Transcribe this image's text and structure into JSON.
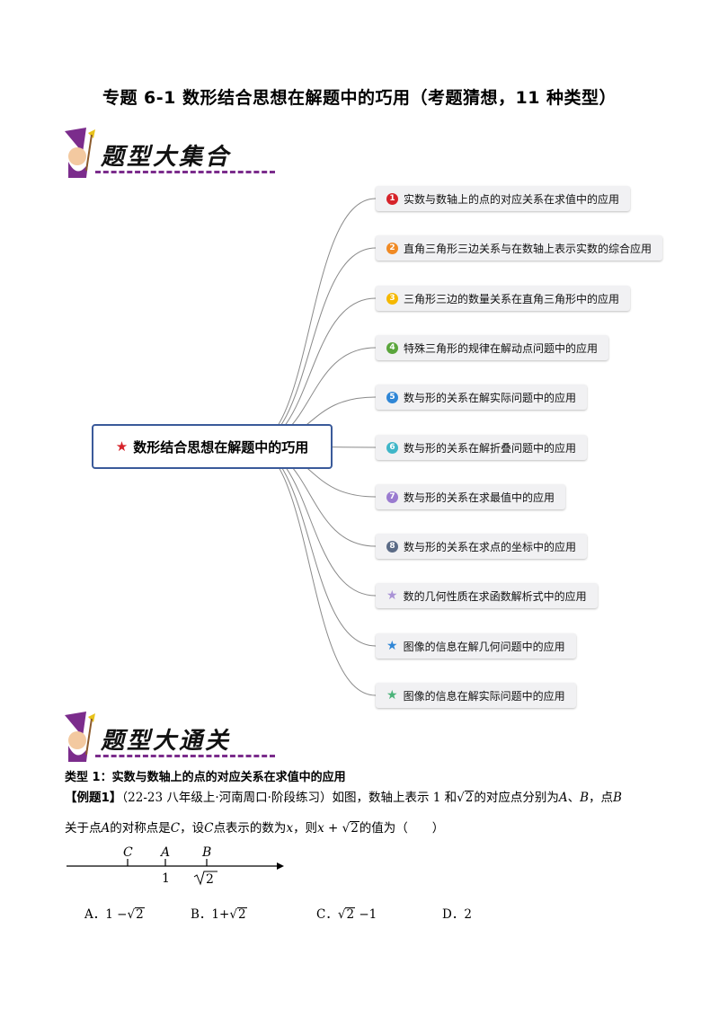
{
  "title": "专题 6-1 数形结合思想在解题中的巧用（考题猜想，11 种类型）",
  "banner1": {
    "text": "题型大集合",
    "icon": "wizard-icon"
  },
  "banner2": {
    "text": "题型大通关",
    "icon": "wizard-icon"
  },
  "mindmap": {
    "central": "数形结合思想在解题中的巧用",
    "central_icon": "red-star-icon",
    "nodes": [
      {
        "badge": "1",
        "color": "#d6232a",
        "label": "实数与数轴上的点的对应关系在求值中的应用"
      },
      {
        "badge": "2",
        "color": "#f08a24",
        "label": "直角三角形三边关系与在数轴上表示实数的综合应用"
      },
      {
        "badge": "3",
        "color": "#f5b800",
        "label": "三角形三边的数量关系在直角三角形中的应用"
      },
      {
        "badge": "4",
        "color": "#5aa53c",
        "label": "特殊三角形的规律在解动点问题中的应用"
      },
      {
        "badge": "5",
        "color": "#2f86d6",
        "label": "数与形的关系在解实际问题中的应用"
      },
      {
        "badge": "6",
        "color": "#3fb6c8",
        "label": "数与形的关系在解折叠问题中的应用"
      },
      {
        "badge": "7",
        "color": "#9a7bd0",
        "label": "数与形的关系在求最值中的应用"
      },
      {
        "badge": "8",
        "color": "#5b6b86",
        "label": "数与形的关系在求点的坐标中的应用"
      },
      {
        "badge": "★",
        "color": "#a992d6",
        "label": "数的几何性质在求函数解析式中的应用",
        "star": true
      },
      {
        "badge": "★",
        "color": "#2f86d6",
        "label": "图像的信息在解几何问题中的应用",
        "star": true
      },
      {
        "badge": "★",
        "color": "#4bb37a",
        "label": "图像的信息在解实际问题中的应用",
        "star": true
      }
    ]
  },
  "type1": {
    "heading": "类型 1：实数与数轴上的点的对应关系在求值中的应用",
    "example_tag": "【例题1】",
    "source": "（22-23 八年级上·河南周口·阶段练习）",
    "line1_a": "如图，数轴上表示 1 和",
    "line1_sqrt": "2",
    "line1_b": "的对应点分别为",
    "A": "A",
    "sep": "、",
    "B": "B",
    "line1_c": "，点",
    "line2_a": "关于点",
    "line2_b": "的对称点是",
    "C": "C",
    "line2_c": "，设",
    "line2_d": "点表示的数为",
    "x": "x",
    "line2_e": "，则",
    "expr_x": "x",
    "expr_plus": " + ",
    "expr_sqrt": "2",
    "line2_f": "的值为（　　）",
    "numline": {
      "labels_top": [
        "C",
        "A",
        "B"
      ],
      "label_1": "1",
      "label_sqrt": "2"
    },
    "options": [
      {
        "letter": "A．",
        "pre": "1 −",
        "sqrt": "2",
        "post": ""
      },
      {
        "letter": "B．",
        "pre": "1+",
        "sqrt": "2",
        "post": ""
      },
      {
        "letter": "C．",
        "pre": "",
        "sqrt": "2",
        "post": " −1"
      },
      {
        "letter": "D．",
        "pre": "2",
        "sqrt": "",
        "post": ""
      }
    ]
  }
}
